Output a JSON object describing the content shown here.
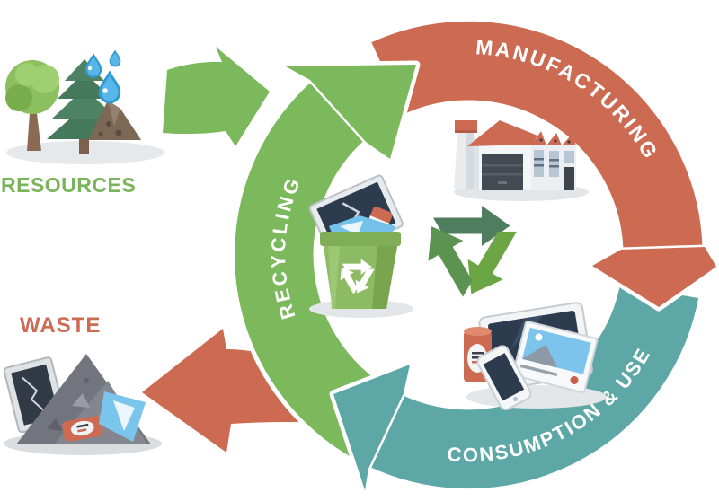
{
  "diagram": {
    "cycle_direction": "clockwise",
    "ring_segments": [
      {
        "label": "MANUFACTURING",
        "color": "#cd6a52",
        "position": "top"
      },
      {
        "label": "CONSUMPTION & USE",
        "color": "#5da8a6",
        "position": "bottom-right"
      },
      {
        "label": "RECYCLING",
        "color": "#7cb85c",
        "position": "left"
      }
    ],
    "endpoints": {
      "resources": {
        "label": "RESOURCES",
        "color": "#79b45a"
      },
      "waste": {
        "label": "WASTE",
        "color": "#cd6a52"
      }
    },
    "arrows": {
      "resources_to_cycle_color": "#7cb85c",
      "cycle_to_waste_color": "#cd6a52"
    },
    "center_symbol": {
      "icon": "recycle-symbol",
      "colors": [
        "#4f7e5f",
        "#6ca544"
      ]
    },
    "illustrations": [
      {
        "icon": "natural-resources-illustration"
      },
      {
        "icon": "factory-illustration"
      },
      {
        "icon": "devices-illustration"
      },
      {
        "icon": "recycle-bin-illustration"
      },
      {
        "icon": "waste-pile-illustration"
      }
    ],
    "arc_text_color": "#ffffff"
  }
}
